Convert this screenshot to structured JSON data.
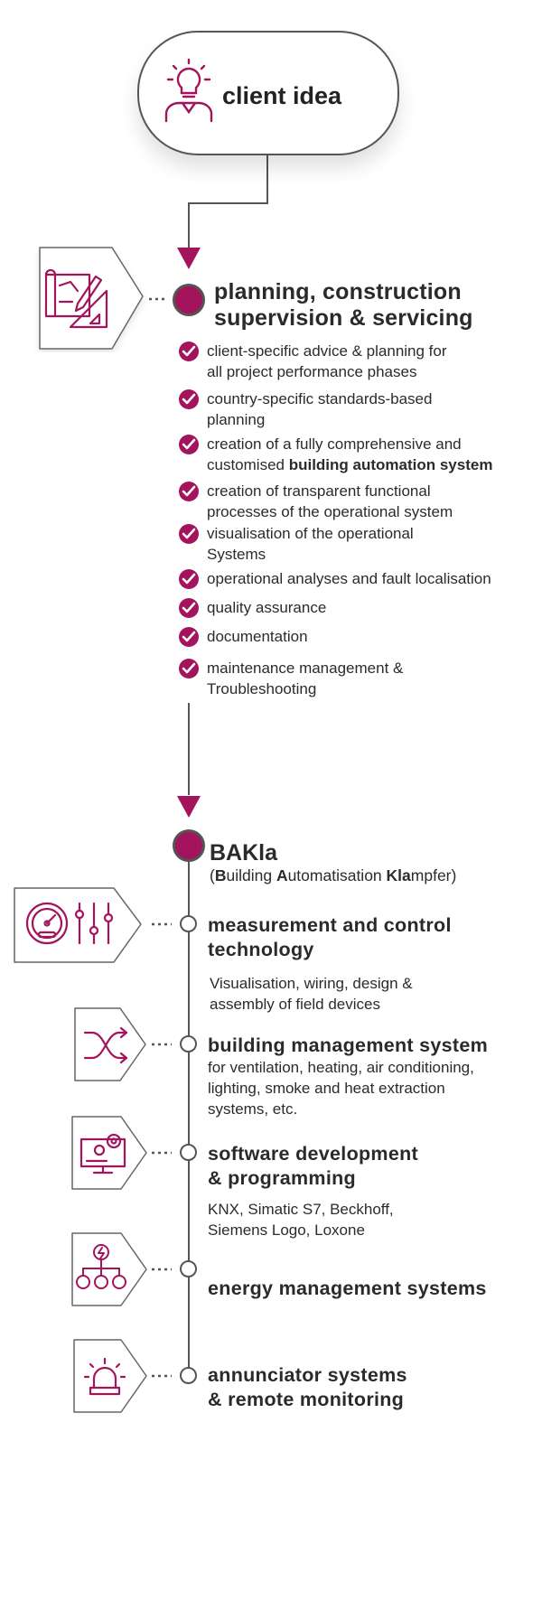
{
  "accent_color": "#a3145c",
  "line_color": "#555555",
  "start": {
    "label": "client idea",
    "icon": "idea-lightbulb-person-icon"
  },
  "planning": {
    "title_line1": "planning, construction",
    "title_line2": "supervision & servicing",
    "icon": "blueprint-pencil-ruler-icon",
    "items": [
      {
        "line1": "client-specific advice & planning for",
        "line2": "all project performance phases"
      },
      {
        "line1": "country-specific standards-based",
        "line2": "planning"
      },
      {
        "line1": "creation of a fully comprehensive and",
        "line2_prefix": "customised ",
        "line2_bold": "building automation system"
      },
      {
        "line1": "creation of transparent functional",
        "line2": "processes of the operational system"
      },
      {
        "line1": "visualisation of the operational",
        "line2": "Systems"
      },
      {
        "line1": "operational analyses and fault localisation"
      },
      {
        "line1": "quality assurance"
      },
      {
        "line1": "documentation"
      },
      {
        "line1": "maintenance management &",
        "line2": "Troubleshooting"
      }
    ]
  },
  "bakla": {
    "title": "BAKla",
    "sub_open": "(",
    "b_bold": "B",
    "b_rest": "uilding ",
    "a_bold": "A",
    "a_rest": "utomatisation ",
    "k_bold": "Kla",
    "k_rest": "mpfer)"
  },
  "services": [
    {
      "title_line1": "measurement and control",
      "title_line2": "technology",
      "desc_line1": "Visualisation, wiring, design &",
      "desc_line2": "assembly of field devices",
      "icon": "gauge-sliders-icon"
    },
    {
      "title_line1": "building management system",
      "desc_line1": "for ventilation, heating, air conditioning,",
      "desc_line2": "lighting, smoke and heat extraction",
      "desc_line3": "systems, etc.",
      "icon": "shuffle-arrows-icon"
    },
    {
      "title_line1": "software development",
      "title_line2": "& programming",
      "desc_line1": "KNX, Simatic S7, Beckhoff,",
      "desc_line2": "Siemens Logo, Loxone",
      "icon": "monitor-gears-icon"
    },
    {
      "title_line1": "energy management systems",
      "icon": "energy-hierarchy-icon"
    },
    {
      "title_line1": "annunciator systems",
      "title_line2": "& remote monitoring",
      "icon": "alarm-siren-icon"
    }
  ]
}
